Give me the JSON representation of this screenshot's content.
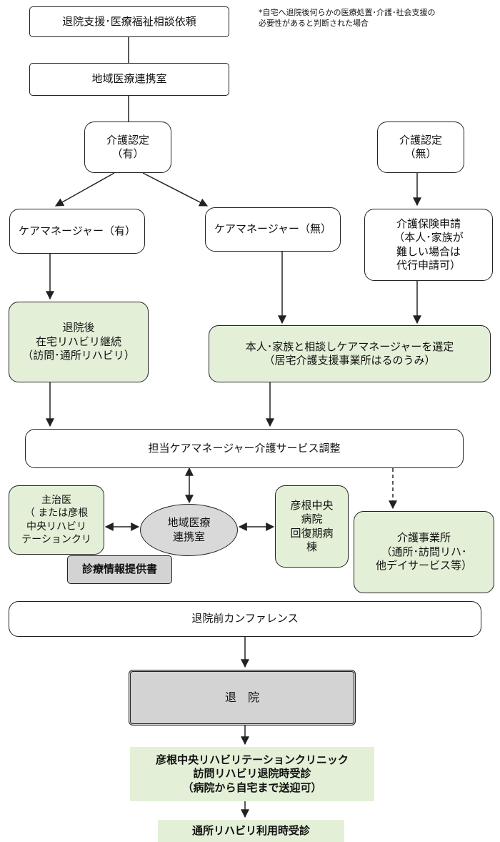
{
  "note": "*自宅へ退院後何らかの医療処置･介護･社会支援の\n 必要性があると判断された場合",
  "nodes": {
    "consult": "退院支援･医療福祉相談依頼",
    "regional1": "地域医療連携室",
    "cert_yes": "介護認定\n（有）",
    "cert_no": "介護認定\n（無）",
    "cm_yes": "ケアマネージャー（有）",
    "cm_no": "ケアマネージャー（無）",
    "insurance": "介護保険申請\n（本人･家族が\n難しい場合は\n代行申請可）",
    "rehab_continue": "退院後\n在宅リハビリ継続\n（訪問･通所リハビリ）",
    "select_cm": "本人･家族と相談しケアマネージャーを選定\n（居宅介護支援事業所はるのうみ）",
    "adjust": "担当ケアマネージャー介護サービス調整",
    "doctor": "主治医\n（ または彦根\n中央リハビリ\nテーションクリ",
    "regional2": "地域医療\n連携室",
    "ward": "彦根中央\n病院\n回復期病\n棟",
    "care_office": "介護事業所\n（通所･訪問リハ･\n他デイサービス等）",
    "info_doc": "診療情報提供書",
    "conference": "退院前カンファレンス",
    "discharge": "退　院",
    "clinic": "彦根中央リハビリテーションクリニック\n訪問リハビリ退院時受診\n（病院から自宅まで送迎可）",
    "daycare": "通所リハビリ利用時受診"
  },
  "colors": {
    "green_fill": "#e3f0d7",
    "gray_fill": "#d3d3d3",
    "ellipse_fill": "#d9d9d9",
    "line": "#222222"
  }
}
